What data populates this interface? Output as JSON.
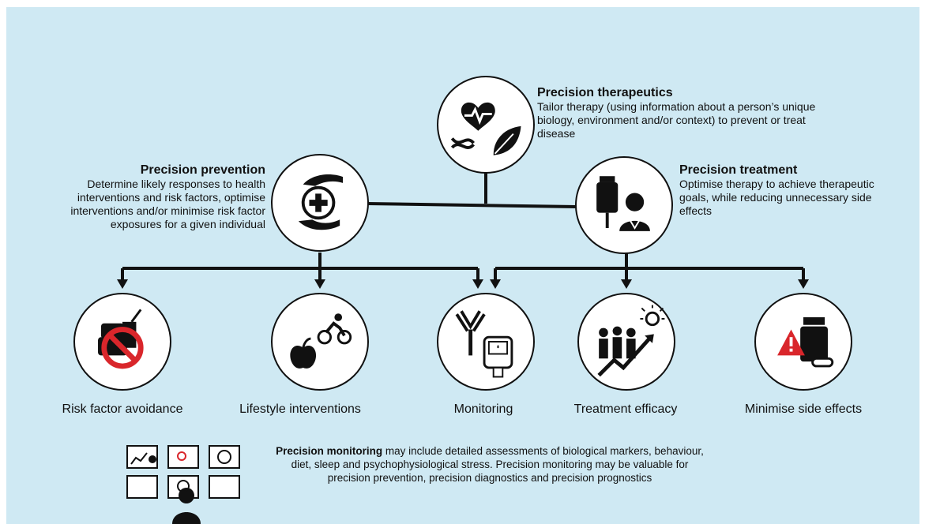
{
  "therapeutics": {
    "title": "Precision therapeutics",
    "body": "Tailor therapy (using information about a person’s unique biology, environment and/or context) to prevent or treat disease"
  },
  "prevention": {
    "title": "Precision prevention",
    "body": "Determine likely responses to health interventions and risk factors, optimise interventions and/or minimise risk factor exposures for a given individual"
  },
  "treatment": {
    "title": "Precision treatment",
    "body": "Optimise therapy to achieve therapeutic goals, while reducing unnecessary side effects"
  },
  "outcomes": [
    {
      "label": "Risk factor avoidance",
      "icon": "no-junk-food-icon"
    },
    {
      "label": "Lifestyle interventions",
      "icon": "apple-cyclist-icon"
    },
    {
      "label": "Monitoring",
      "icon": "antibody-glucometer-icon"
    },
    {
      "label": "Treatment efficacy",
      "icon": "people-growth-icon"
    },
    {
      "label": "Minimise side effects",
      "icon": "warning-pills-icon"
    }
  ],
  "monitoring": {
    "bold": "Precision monitoring",
    "rest": " may include detailed assessments of biological markers, behaviour, diet, sleep and psychophysiological stress. Precision monitoring may be valuable for precision prevention, precision diagnostics and precision prognostics"
  },
  "colors": {
    "panel": "#cfe9f3",
    "line": "#111111",
    "warning": "#d9262b"
  }
}
